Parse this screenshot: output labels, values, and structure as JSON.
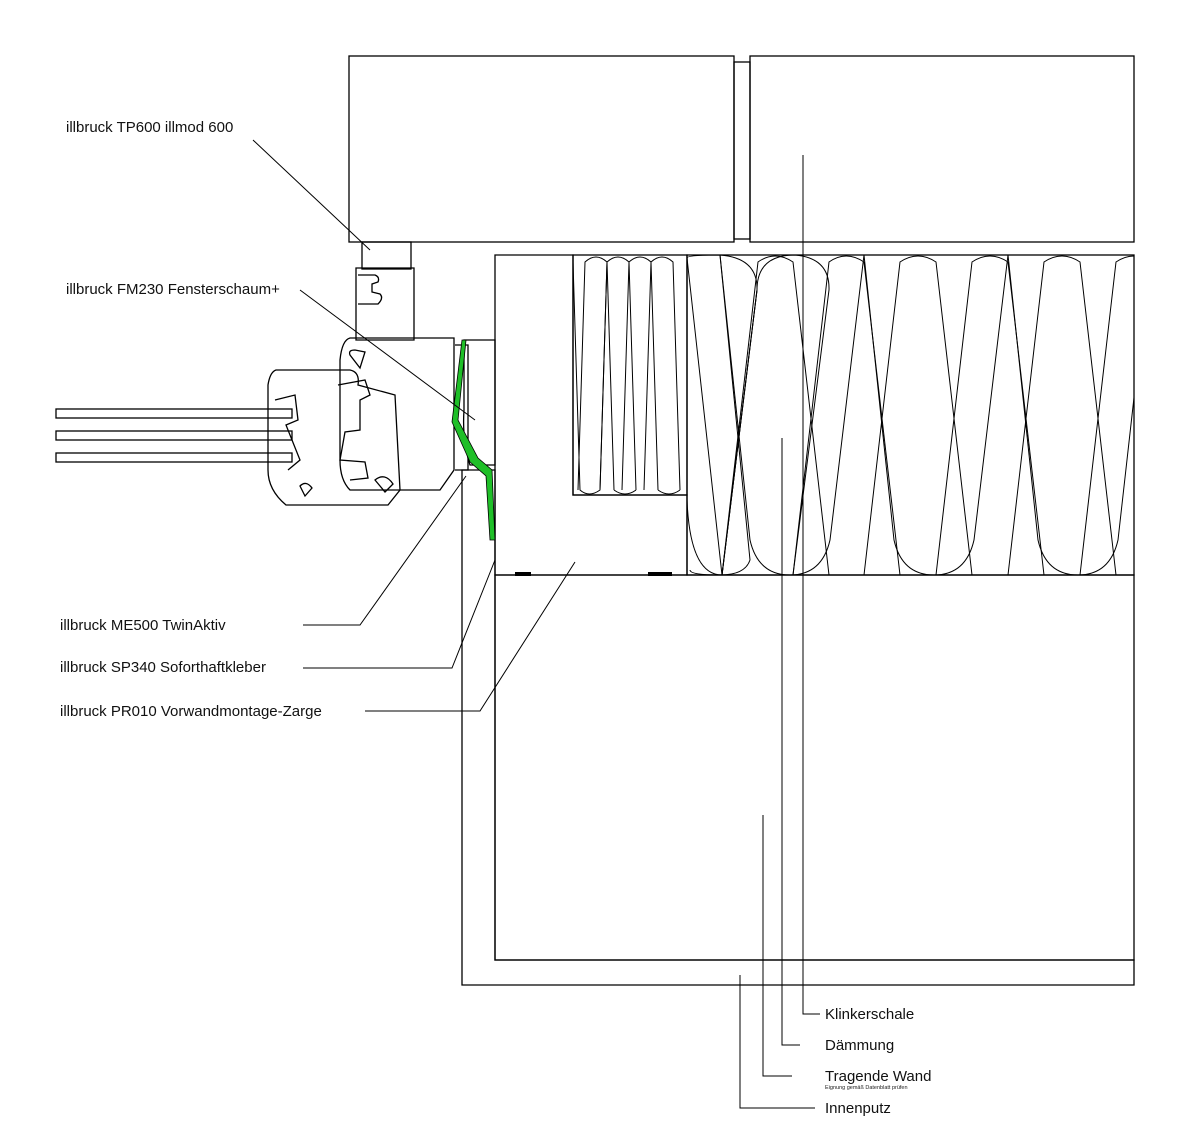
{
  "labels": {
    "tp600": "illbruck TP600 illmod 600",
    "fm230": "illbruck FM230 Fensterschaum+",
    "me500": "illbruck ME500 TwinAktiv",
    "sp340": "illbruck SP340 Soforthaftkleber",
    "pr010": "illbruck PR010 Vorwandmontage-Zarge",
    "klinker": "Klinkerschale",
    "daemmung": "Dämmung",
    "tragend": "Tragende Wand",
    "tragend_note": "Eignung gemäß Datenblatt prüfen",
    "innenputz": "Innenputz"
  },
  "colors": {
    "tape_green": "#1a9c2e",
    "foam_green": "#3ad13a",
    "adhesive_green": "#1fbf28",
    "frame_grey": "#dcdcdc",
    "zarge_tan": "#f4deb1",
    "plaster_grey": "#f2f2f2"
  }
}
